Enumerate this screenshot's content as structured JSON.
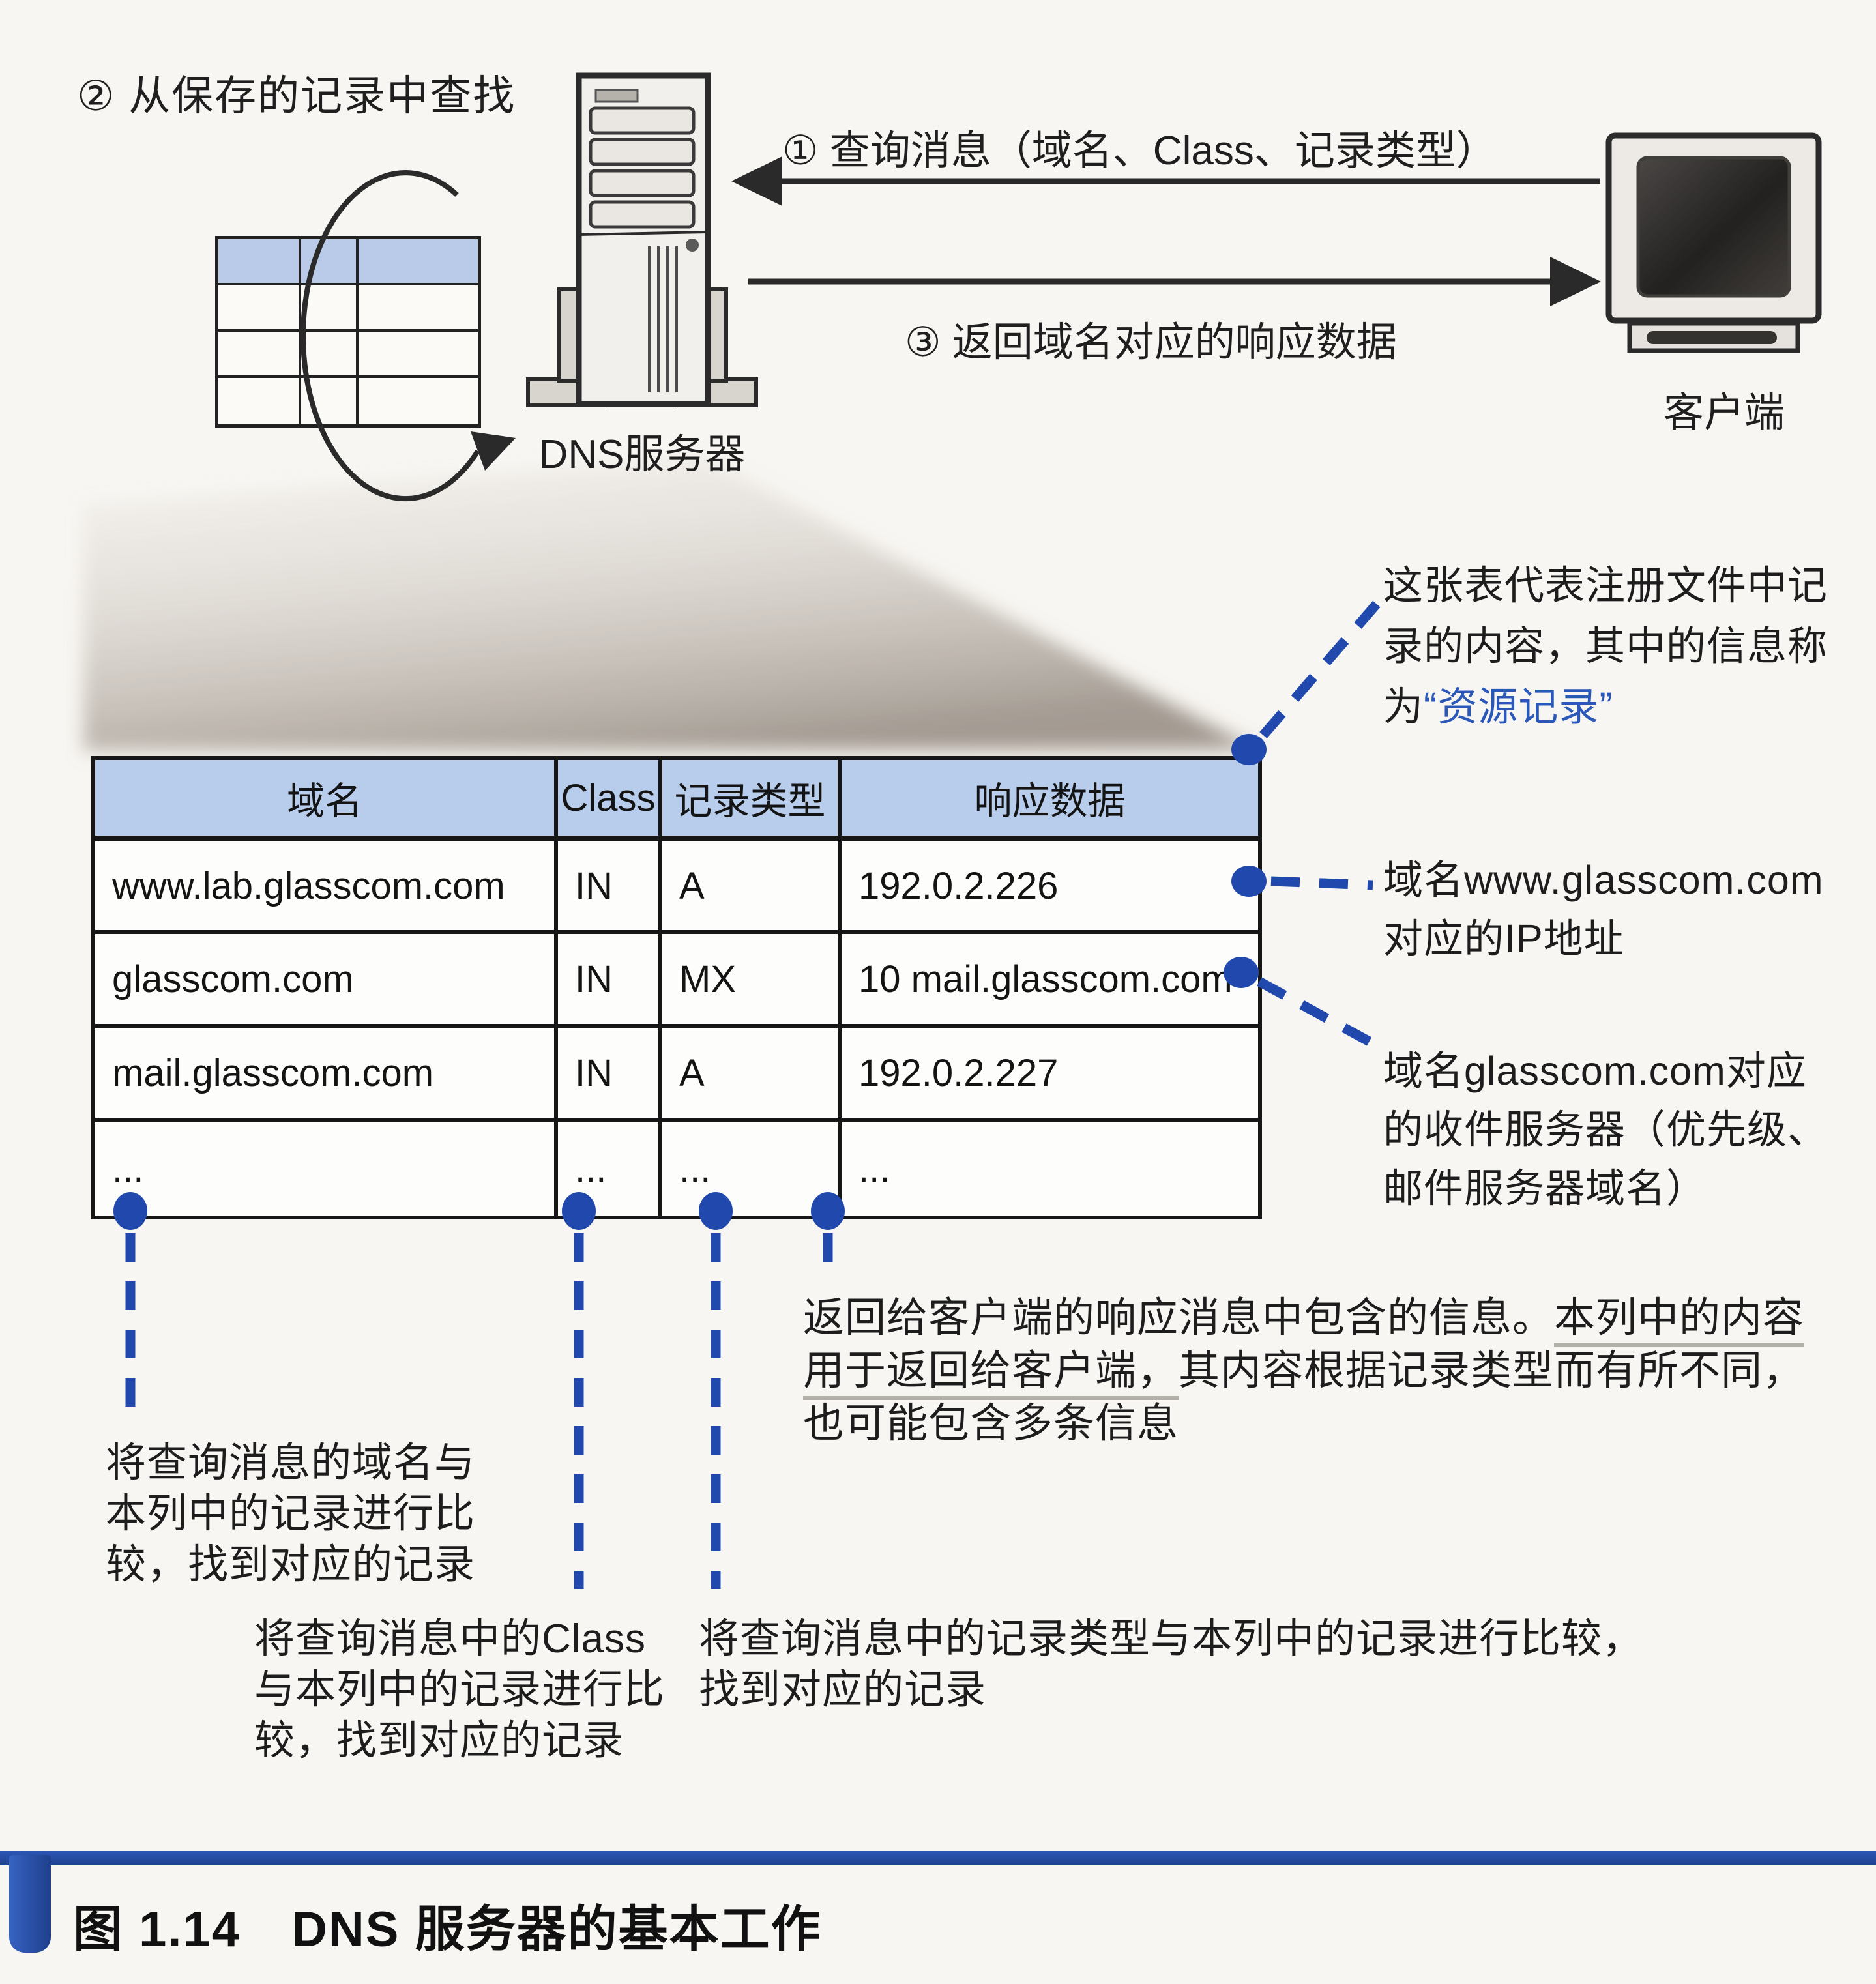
{
  "colors": {
    "accent_blue": "#2149ad",
    "table_header_fill": "#b7cdeb",
    "caption_bar_blue": "#2c57b5",
    "ink": "#1f1f1f"
  },
  "top_diagram": {
    "step2_label": "② 从保存的记录中查找",
    "dns_server_label": "DNS服务器",
    "client_label": "客户端",
    "query_arrow_label": "① 查询消息（域名、Class、记录类型）",
    "response_arrow_label": "③ 返回域名对应的响应数据"
  },
  "table": {
    "headers": [
      "域名",
      "Class",
      "记录类型",
      "响应数据"
    ],
    "rows": [
      [
        "www.lab.glasscom.com",
        "IN",
        "A",
        "192.0.2.226"
      ],
      [
        "glasscom.com",
        "IN",
        "MX",
        "10 mail.glasscom.com"
      ],
      [
        "mail.glasscom.com",
        "IN",
        "A",
        "192.0.2.227"
      ],
      [
        "...",
        "...",
        "...",
        "..."
      ]
    ]
  },
  "annotations": {
    "resource_record": {
      "text": "这张表代表注册文件中记录的内容，其中的信息称为",
      "highlight": "“资源记录”"
    },
    "ip": "域名www.glasscom.com对应的IP地址",
    "mx": "域名glasscom.com对应的收件服务器（优先级、邮件服务器域名）",
    "response_col": {
      "t1": "返回给客户端的响应消息中包含的信息。",
      "u1": "本列中的内容",
      "u2": "用于返回给客户端，",
      "t2": "其内容根据记录类型而有所不同，也可能包含多条信息"
    },
    "domain_col": "将查询消息的域名与本列中的记录进行比较，找到对应的记录",
    "class_col": "将查询消息中的Class与本列中的记录进行比较，找到对应的记录",
    "rtype_col": "将查询消息中的记录类型与本列中的记录进行比较，找到对应的记录"
  },
  "caption": "图 1.14　DNS 服务器的基本工作"
}
